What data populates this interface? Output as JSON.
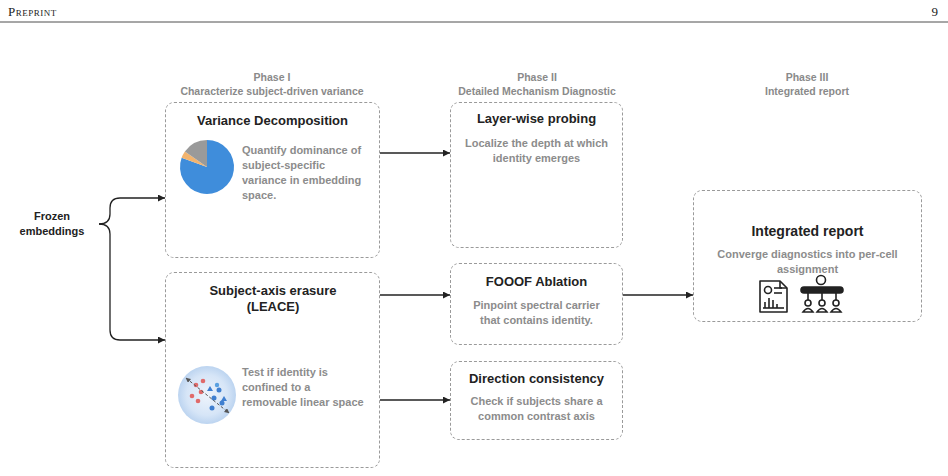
{
  "diagram": {
    "nodes": [
      {
        "text": [
          "Frozen embeddings"
        ]
      },
      {
        "text": [
          "Variance Decomposition",
          "Quantify dominance of subject-specific variance in embedding space."
        ]
      },
      {
        "text": [
          "Subject-axis erasure (LEACE)",
          "Test if identity is confined to a removable linear space"
        ]
      },
      {
        "text": [
          "Layer-wise probing",
          "Localize the depth at which identity emerges"
        ]
      },
      {
        "text": [
          "FOOOF Ablation",
          "Pinpoint spectral carrier that contains identity."
        ]
      },
      {
        "text": [
          "Direction consistency",
          "Check if subjects share a common contrast axis"
        ]
      },
      {
        "text": [
          "Integrated report",
          "Converge diagnostics into per-cell assignment"
        ]
      }
    ],
    "edges": [
      {
        "from": 0,
        "to": 1,
        "arrow": "to"
      },
      {
        "from": 0,
        "to": 2,
        "arrow": "to"
      },
      {
        "from": 1,
        "to": 3,
        "arrow": "to"
      },
      {
        "from": 2,
        "to": 4,
        "arrow": "to"
      },
      {
        "from": 2,
        "to": 5,
        "arrow": "to"
      },
      {
        "from": 4,
        "to": 6,
        "arrow": "to"
      }
    ],
    "labels": [
      "Preprint",
      "9",
      "Phase I",
      "Characterize subject-driven variance",
      "Phase II",
      "Detailed Mechanism Diagnostic",
      "Phase III",
      "Integrated report"
    ]
  }
}
